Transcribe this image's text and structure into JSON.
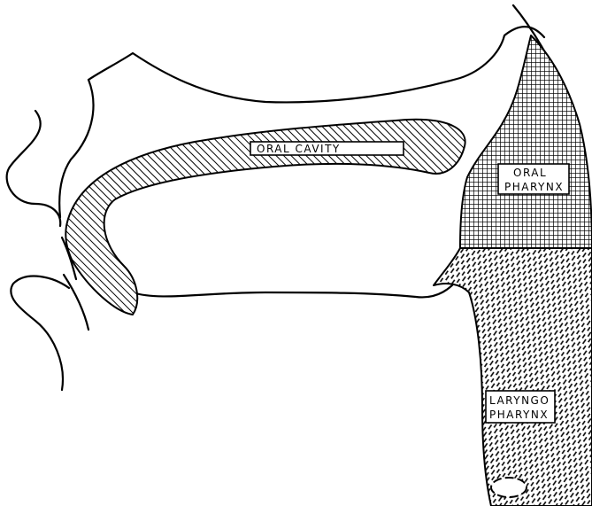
{
  "labels": {
    "oral_cavity": "ORAL CAVITY",
    "oral_pharynx_line1": "ORAL",
    "oral_pharynx_line2": "PHARYNX",
    "laryngo_pharynx_line1": "LARYNGO",
    "laryngo_pharynx_line2": "PHARYNX"
  },
  "colors": {
    "ink": "#000000",
    "paper": "#ffffff"
  }
}
